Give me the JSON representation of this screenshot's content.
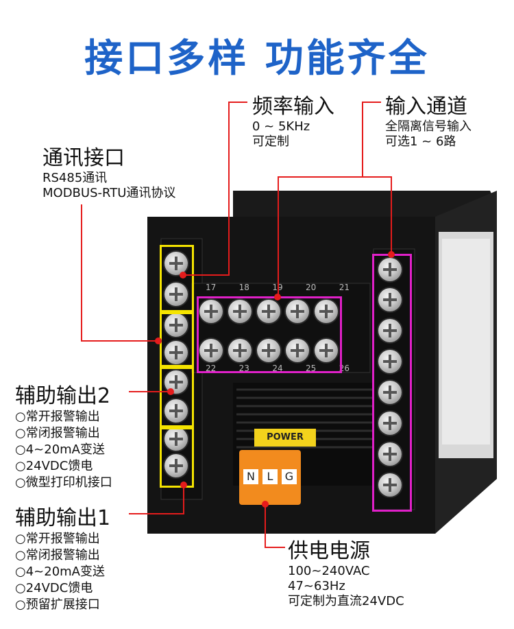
{
  "title": "接口多样  功能齐全",
  "frequency_input": {
    "heading": "频率输入",
    "lines": [
      "0 ~ 5KHz",
      "可定制"
    ]
  },
  "input_channel": {
    "heading": "输入通道",
    "lines": [
      "全隔离信号输入",
      "可选1 ~ 6路"
    ]
  },
  "comm_interface": {
    "heading": "通讯接口",
    "lines": [
      "RS485通讯",
      "MODBUS-RTU通讯协议"
    ]
  },
  "aux_output_2": {
    "heading": "辅助输出2",
    "items": [
      "○常开报警输出",
      "○常闭报警输出",
      "○4~20mA变送",
      "○24VDC馈电",
      "○微型打印机接口"
    ]
  },
  "aux_output_1": {
    "heading": "辅助输出1",
    "items": [
      "○常开报警输出",
      "○常闭报警输出",
      "○4~20mA变送",
      "○24VDC馈电",
      "○预留扩展接口"
    ]
  },
  "power_supply": {
    "heading": "供电电源",
    "lines": [
      "100~240VAC",
      "47~63Hz",
      "可定制为直流24VDC"
    ]
  },
  "device": {
    "top_terminal_labels": [
      "17",
      "18",
      "19",
      "20",
      "21"
    ],
    "bottom_terminal_labels": [
      "22",
      "23",
      "24",
      "25",
      "26"
    ],
    "power_label": "POWER",
    "connector_labels": [
      "N",
      "L",
      "G"
    ]
  },
  "colors": {
    "title": "#1e63c8",
    "callout_line": "#e51c1c",
    "yellow_box": "#f5e400",
    "magenta_box": "#e020c8"
  }
}
